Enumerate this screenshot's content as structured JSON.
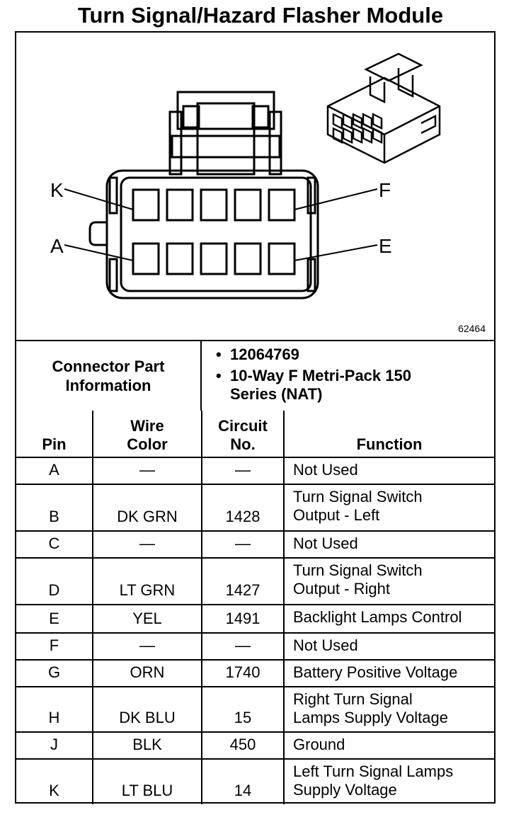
{
  "title": "Turn Signal/Hazard Flasher Module",
  "figure": {
    "id": "62464",
    "pin_labels": {
      "top_left": "K",
      "top_right": "F",
      "bottom_left": "A",
      "bottom_right": "E"
    }
  },
  "connector_info": {
    "label": "Connector Part Information",
    "bullets": [
      "12064769",
      "10-Way F Metri-Pack 150 Series (NAT)"
    ]
  },
  "table": {
    "headers": {
      "pin": "Pin",
      "wire_color": "Wire Color",
      "circuit": "Circuit No.",
      "function": "Function"
    },
    "rows": [
      {
        "pin": "A",
        "wire": "—",
        "circuit": "—",
        "function": "Not Used"
      },
      {
        "pin": "B",
        "wire": "DK GRN",
        "circuit": "1428",
        "function": "Turn Signal Switch\nOutput - Left"
      },
      {
        "pin": "C",
        "wire": "—",
        "circuit": "—",
        "function": "Not Used"
      },
      {
        "pin": "D",
        "wire": "LT GRN",
        "circuit": "1427",
        "function": "Turn Signal Switch\nOutput - Right"
      },
      {
        "pin": "E",
        "wire": "YEL",
        "circuit": "1491",
        "function": "Backlight Lamps Control"
      },
      {
        "pin": "F",
        "wire": "—",
        "circuit": "—",
        "function": "Not Used"
      },
      {
        "pin": "G",
        "wire": "ORN",
        "circuit": "1740",
        "function": "Battery Positive Voltage"
      },
      {
        "pin": "H",
        "wire": "DK BLU",
        "circuit": "15",
        "function": "Right Turn Signal\nLamps Supply Voltage"
      },
      {
        "pin": "J",
        "wire": "BLK",
        "circuit": "450",
        "function": "Ground"
      },
      {
        "pin": "K",
        "wire": "LT BLU",
        "circuit": "14",
        "function": "Left Turn Signal Lamps\nSupply Voltage"
      }
    ]
  }
}
